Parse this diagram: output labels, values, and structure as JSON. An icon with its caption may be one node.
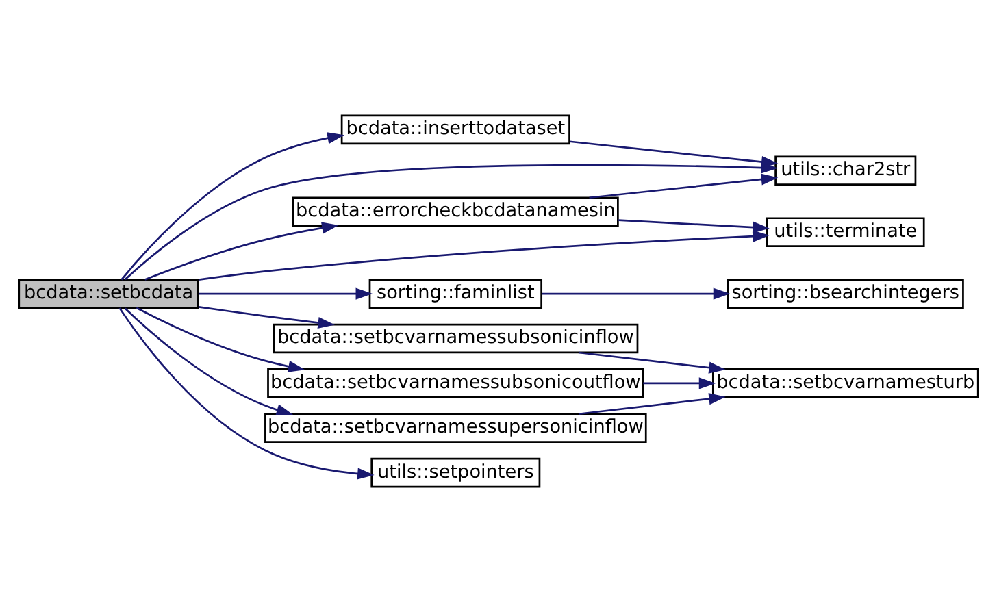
{
  "diagram": {
    "nodes": [
      {
        "text": [
          "bcdata::setbcdata"
        ]
      },
      {
        "text": [
          "bcdata::inserttodataset"
        ]
      },
      {
        "text": [
          "utils::char2str"
        ]
      },
      {
        "text": [
          "bcdata::errorcheckbcdatanamesin"
        ]
      },
      {
        "text": [
          "utils::terminate"
        ]
      },
      {
        "text": [
          "sorting::faminlist"
        ]
      },
      {
        "text": [
          "sorting::bsearchintegers"
        ]
      },
      {
        "text": [
          "bcdata::setbcvarnamessubsonicinflow"
        ]
      },
      {
        "text": [
          "bcdata::setbcvarnamesturb"
        ]
      },
      {
        "text": [
          "bcdata::setbcvarnamessubsonicoutflow"
        ]
      },
      {
        "text": [
          "bcdata::setbcvarnamessupersonicinflow"
        ]
      },
      {
        "text": [
          "utils::setpointers"
        ]
      }
    ],
    "edges": [
      {
        "from": 0,
        "to": 2,
        "arrow": "to"
      },
      {
        "from": 0,
        "to": 1,
        "arrow": "to"
      },
      {
        "from": 0,
        "to": 3,
        "arrow": "to"
      },
      {
        "from": 0,
        "to": 4,
        "arrow": "to"
      },
      {
        "from": 0,
        "to": 5,
        "arrow": "to"
      },
      {
        "from": 0,
        "to": 7,
        "arrow": "to"
      },
      {
        "from": 0,
        "to": 9,
        "arrow": "to"
      },
      {
        "from": 0,
        "to": 10,
        "arrow": "to"
      },
      {
        "from": 0,
        "to": 11,
        "arrow": "to"
      },
      {
        "from": 1,
        "to": 2,
        "arrow": "to"
      },
      {
        "from": 3,
        "to": 2,
        "arrow": "to"
      },
      {
        "from": 3,
        "to": 4,
        "arrow": "to"
      },
      {
        "from": 5,
        "to": 6,
        "arrow": "to"
      },
      {
        "from": 7,
        "to": 8,
        "arrow": "to"
      },
      {
        "from": 9,
        "to": 8,
        "arrow": "to"
      },
      {
        "from": 10,
        "to": 8,
        "arrow": "to"
      }
    ]
  }
}
